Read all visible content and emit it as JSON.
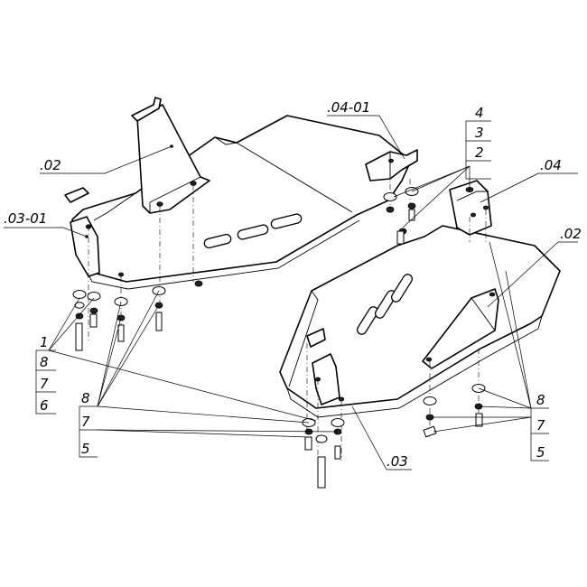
{
  "callouts": {
    "c02_left": ".02",
    "c0401": ".04-01",
    "c0301": ".03-01",
    "c04": ".04",
    "c02_right": ".02",
    "c03": ".03",
    "stack_mid": [
      "4",
      "3",
      "2"
    ],
    "stack_left": [
      "1",
      "8",
      "7",
      "6"
    ],
    "stack_left2": [
      "8",
      "7",
      "5"
    ],
    "stack_right": [
      "8",
      "7",
      "5"
    ]
  }
}
